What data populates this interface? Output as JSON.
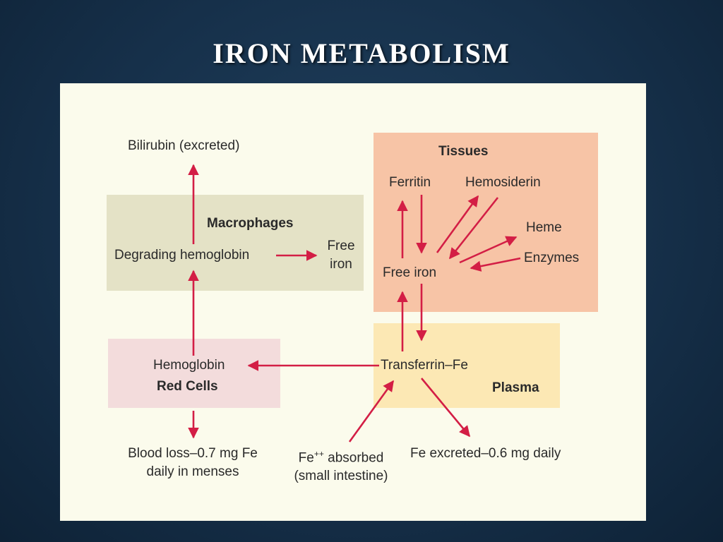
{
  "slide": {
    "title": "IRON METABOLISM"
  },
  "colors": {
    "arrow": "#d31e45",
    "macrophages_box": "#e4e2c6",
    "tissues_box": "#f7c4a6",
    "red_cells_box": "#f3dcdc",
    "plasma_box": "#fce8b4",
    "panel": "#fbfbec"
  },
  "diagram": {
    "bilirubin": "Bilirubin (excreted)",
    "macrophages": {
      "heading": "Macrophages",
      "degrading": "Degrading hemoglobin",
      "free_iron_line1": "Free",
      "free_iron_line2": "iron"
    },
    "tissues": {
      "heading": "Tissues",
      "ferritin": "Ferritin",
      "hemosiderin": "Hemosiderin",
      "heme": "Heme",
      "enzymes": "Enzymes",
      "free_iron": "Free iron"
    },
    "red_cells": {
      "hemoglobin": "Hemoglobin",
      "heading": "Red Cells"
    },
    "plasma": {
      "transferrin": "Transferrin–Fe",
      "heading": "Plasma"
    },
    "outputs": {
      "blood_loss_line1": "Blood loss–0.7 mg Fe",
      "blood_loss_line2": "daily in menses",
      "absorbed_prefix": "Fe",
      "absorbed_sup": "++",
      "absorbed_suffix": " absorbed",
      "absorbed_line2": "(small intestine)",
      "excreted": "Fe excreted–0.6 mg daily"
    }
  }
}
